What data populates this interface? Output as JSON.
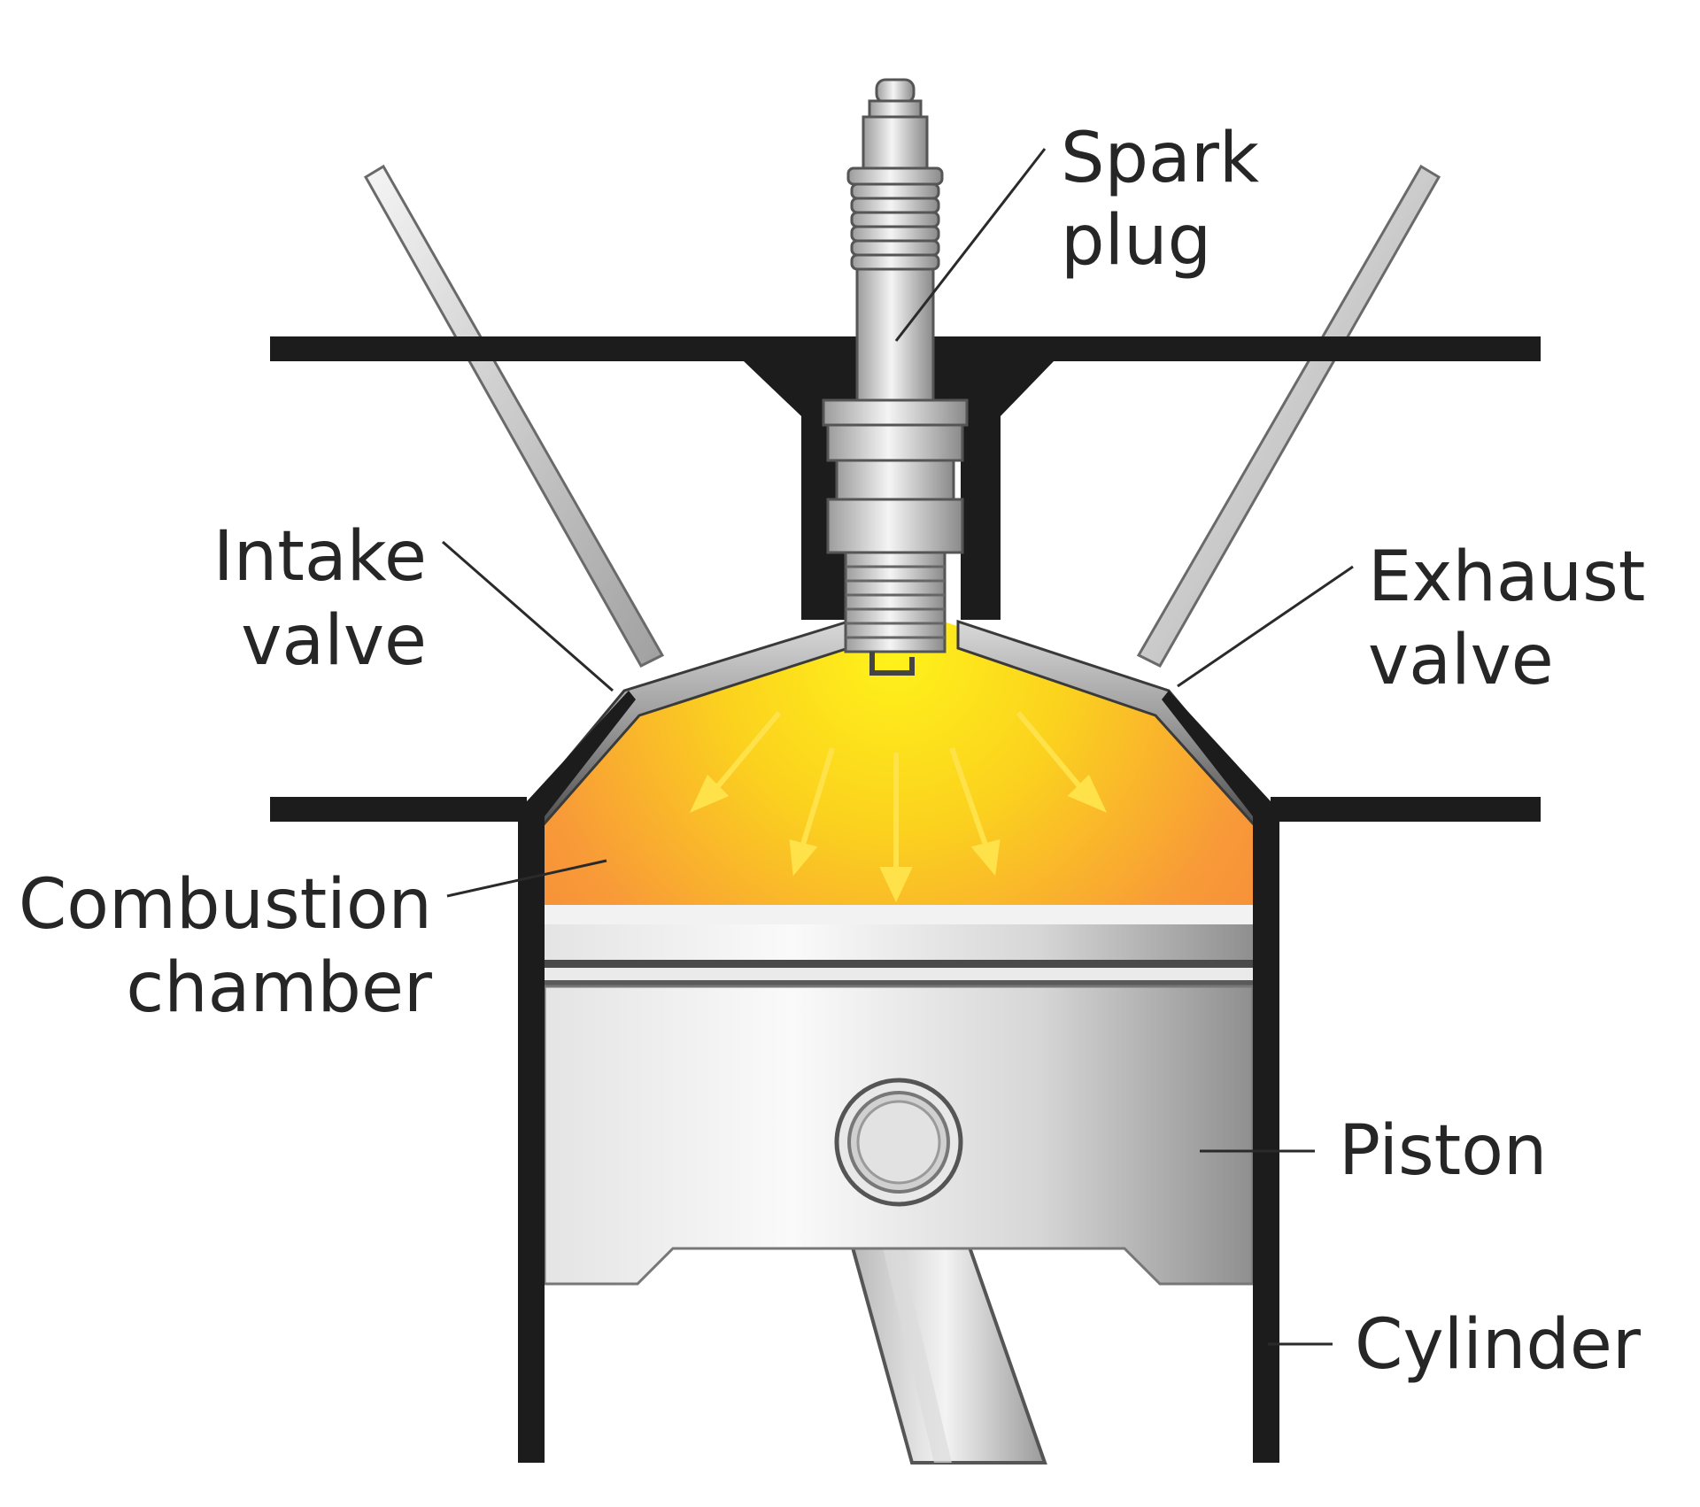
{
  "labels": {
    "spark_plug": [
      "Spark",
      "plug"
    ],
    "intake_valve": [
      "Intake",
      "valve"
    ],
    "exhaust_valve": [
      "Exhaust",
      "valve"
    ],
    "combustion_chamber": [
      "Combustion",
      "chamber"
    ],
    "piston": "Piston",
    "cylinder": "Cylinder"
  },
  "colors": {
    "flame_core": "#fff21a",
    "flame_outer": "#f7913a",
    "wall": "#1c1c1c",
    "metal_light": "#f2f2f2",
    "metal_dark": "#8a8a8a",
    "arrow": "#ffe24a"
  }
}
